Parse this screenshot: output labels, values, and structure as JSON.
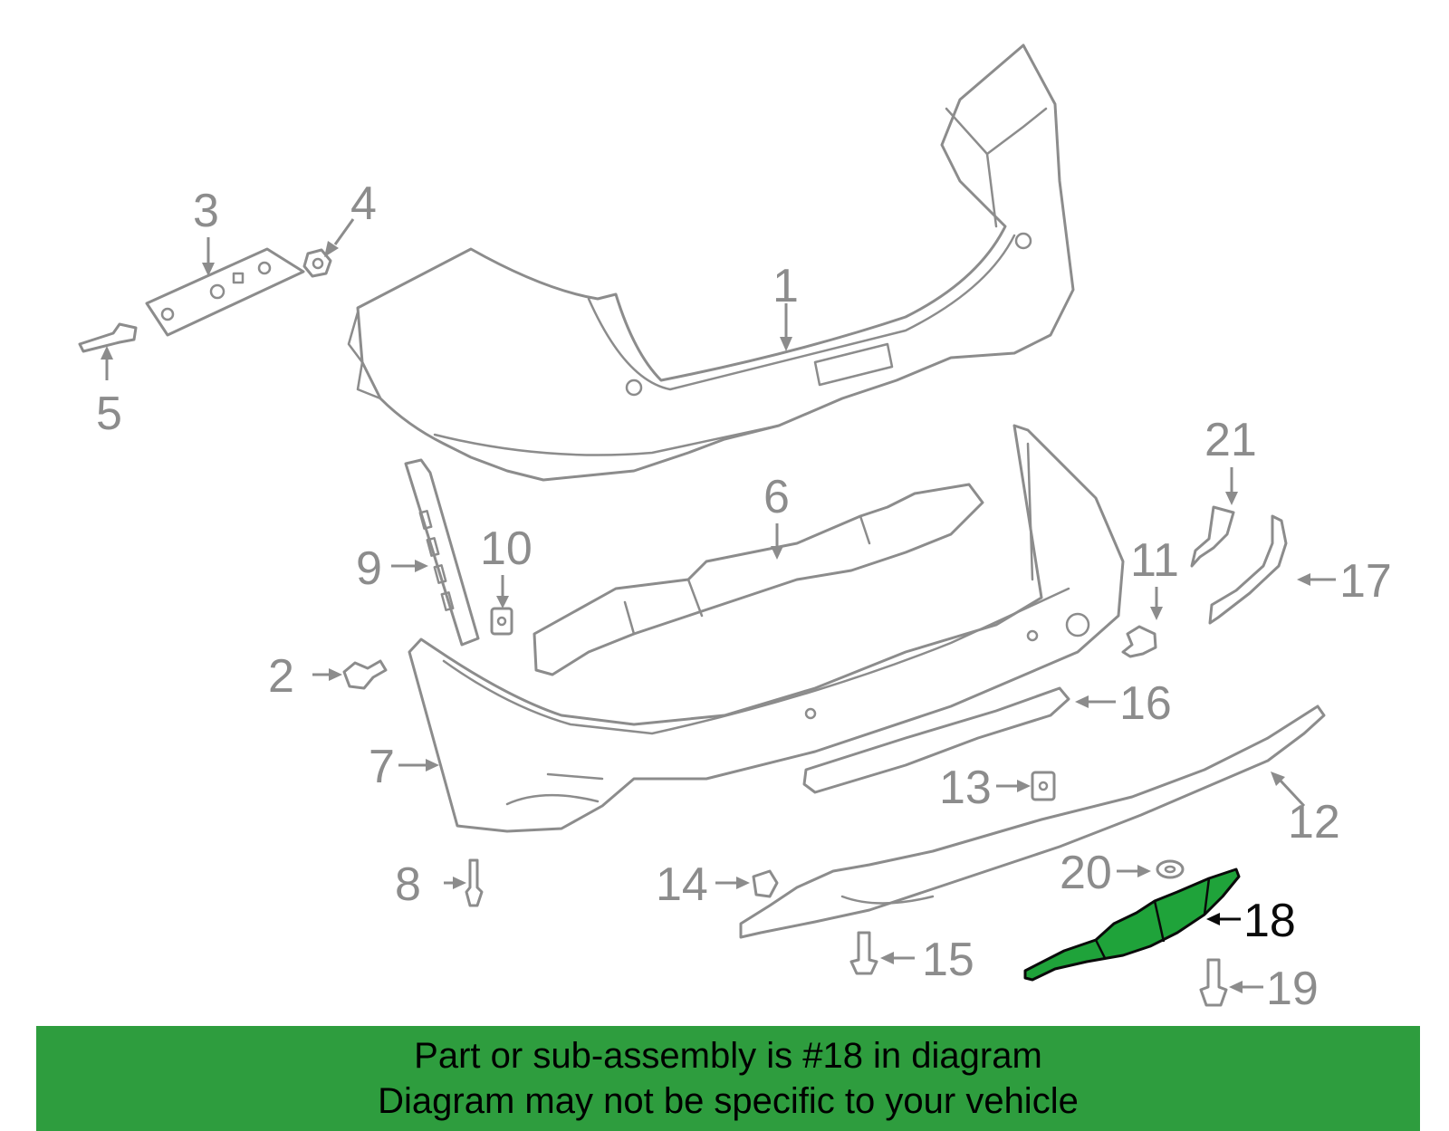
{
  "diagram": {
    "highlight_color": "#2e9d3e",
    "callouts": [
      {
        "id": "1",
        "label": "1"
      },
      {
        "id": "2",
        "label": "2"
      },
      {
        "id": "3",
        "label": "3"
      },
      {
        "id": "4",
        "label": "4"
      },
      {
        "id": "5",
        "label": "5"
      },
      {
        "id": "6",
        "label": "6"
      },
      {
        "id": "7",
        "label": "7"
      },
      {
        "id": "8",
        "label": "8"
      },
      {
        "id": "9",
        "label": "9"
      },
      {
        "id": "10",
        "label": "10"
      },
      {
        "id": "11",
        "label": "11"
      },
      {
        "id": "12",
        "label": "12"
      },
      {
        "id": "13",
        "label": "13"
      },
      {
        "id": "14",
        "label": "14"
      },
      {
        "id": "15",
        "label": "15"
      },
      {
        "id": "16",
        "label": "16"
      },
      {
        "id": "17",
        "label": "17"
      },
      {
        "id": "18",
        "label": "18",
        "highlighted": true
      },
      {
        "id": "19",
        "label": "19"
      },
      {
        "id": "20",
        "label": "20"
      },
      {
        "id": "21",
        "label": "21"
      }
    ]
  },
  "banner": {
    "line1": "Part or sub-assembly is #18 in diagram",
    "line2": "Diagram may not be specific to your vehicle",
    "background": "#2e9d3e"
  }
}
